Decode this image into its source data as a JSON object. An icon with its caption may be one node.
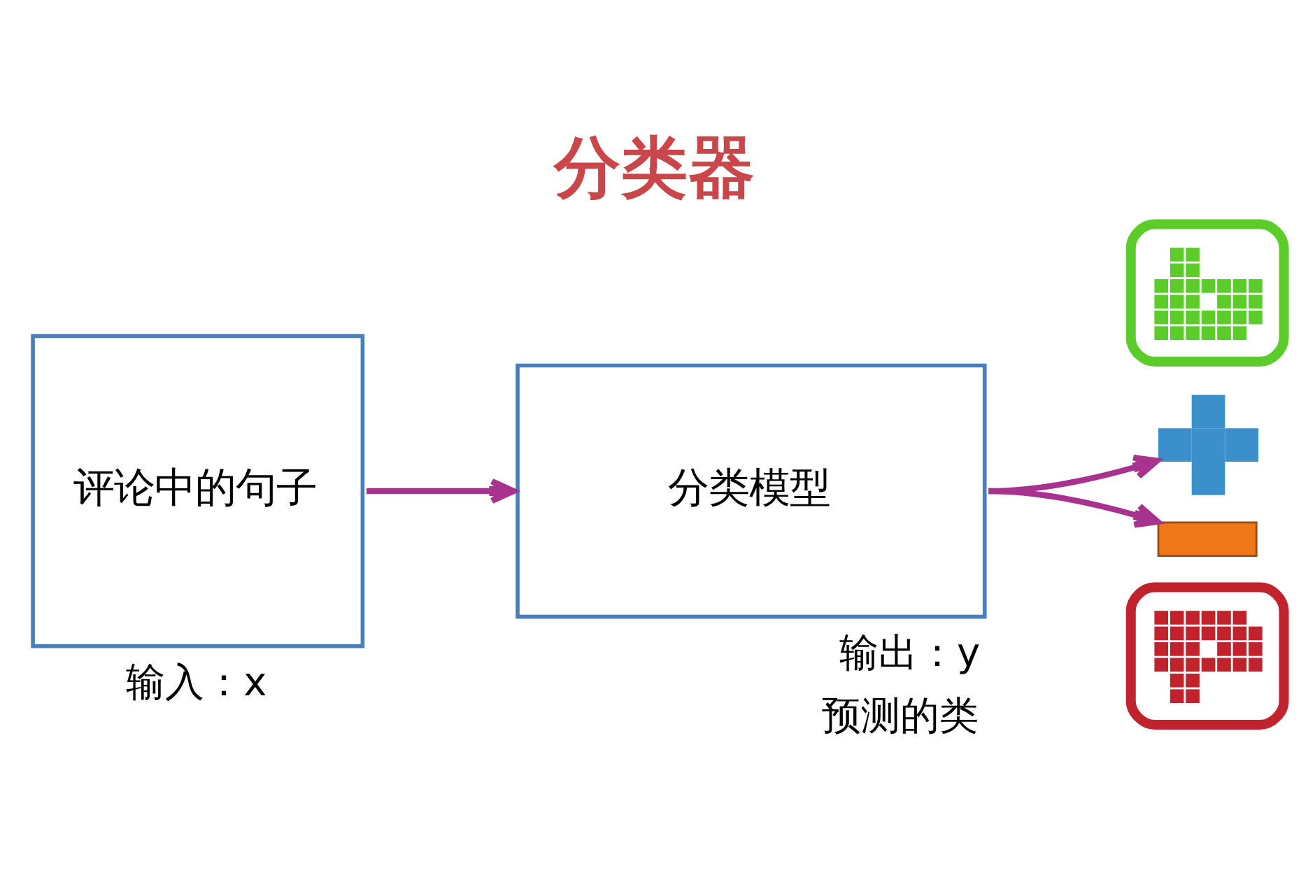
{
  "diagram": {
    "title": "分类器",
    "nodes": [
      {
        "text": [
          "评论中的句子"
        ],
        "beside": [
          "输入：x"
        ]
      },
      {
        "text": [
          "分类模型"
        ],
        "beside": [
          "输出：y",
          "预测的类"
        ]
      },
      {
        "text": [],
        "shape": "picture"
      },
      {
        "text": [],
        "shape": "plus"
      },
      {
        "text": [],
        "shape": "minus"
      },
      {
        "text": [],
        "shape": "picture"
      }
    ],
    "edges": [
      {
        "from": 0,
        "to": 1,
        "arrow": "to"
      },
      {
        "from": 1,
        "to": 3,
        "arrow": "to"
      },
      {
        "from": 1,
        "to": 4,
        "arrow": "to"
      }
    ]
  }
}
